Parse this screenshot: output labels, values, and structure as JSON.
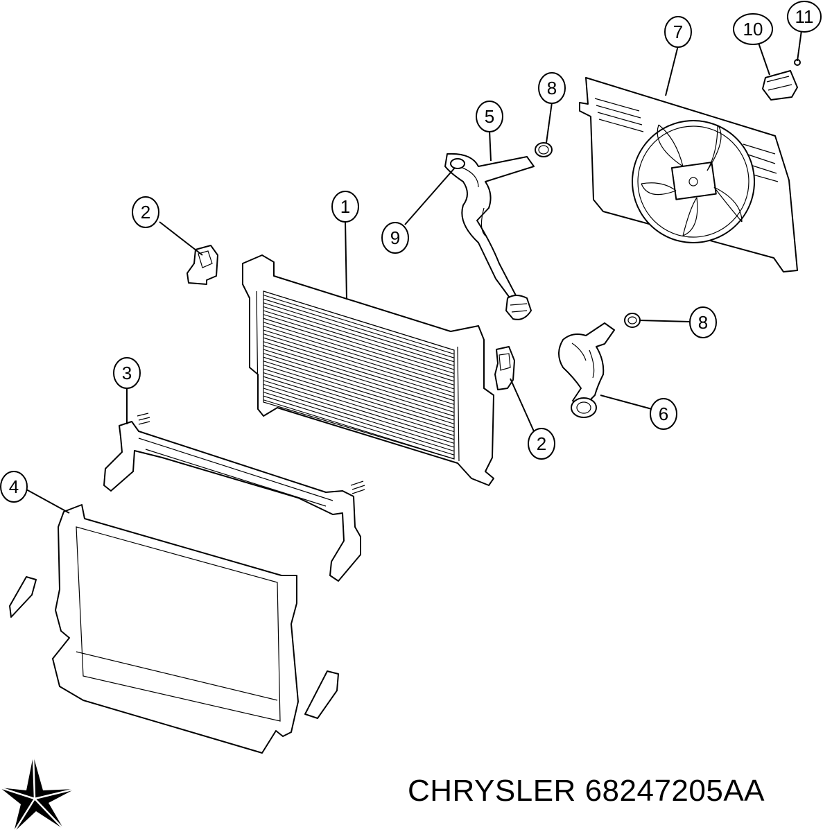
{
  "caption": {
    "brand": "CHRYSLER",
    "part_number": "68247205AA"
  },
  "logo": {
    "icon": "pentastar-icon",
    "color": "#000000"
  },
  "callouts": [
    {
      "id": "1",
      "label": "1"
    },
    {
      "id": "2a",
      "label": "2"
    },
    {
      "id": "2b",
      "label": "2"
    },
    {
      "id": "3",
      "label": "3"
    },
    {
      "id": "4",
      "label": "4"
    },
    {
      "id": "5",
      "label": "5"
    },
    {
      "id": "6",
      "label": "6"
    },
    {
      "id": "7",
      "label": "7"
    },
    {
      "id": "8a",
      "label": "8"
    },
    {
      "id": "8b",
      "label": "8"
    },
    {
      "id": "9",
      "label": "9"
    },
    {
      "id": "10",
      "label": "10"
    },
    {
      "id": "11",
      "label": "11"
    }
  ]
}
